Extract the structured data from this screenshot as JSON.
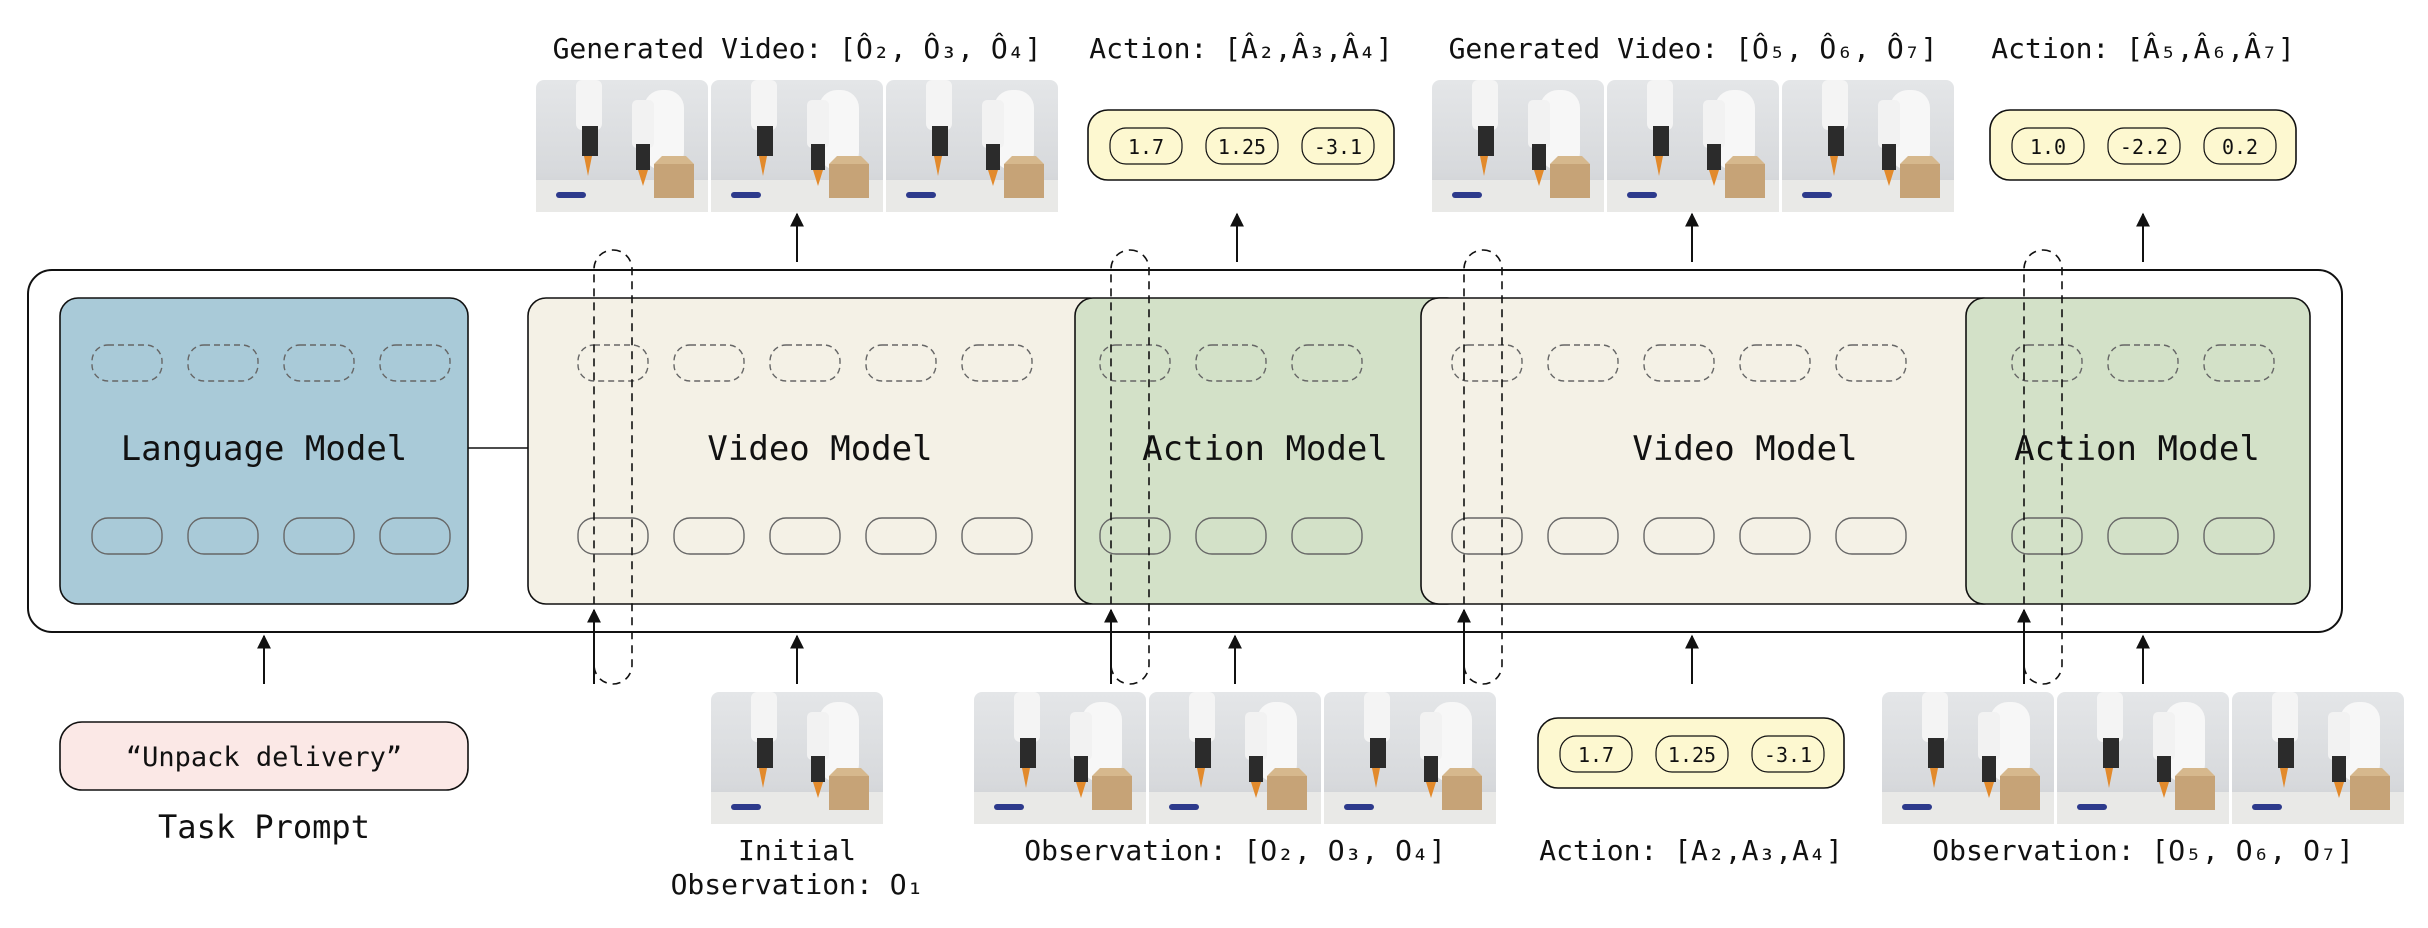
{
  "diagram": {
    "top": {
      "generated_video_1": "Generated Video: [Ô₂, Ô₃, Ô₄]",
      "action_1": "Action: [Â₂,Â₃,Â₄]",
      "generated_video_2": "Generated Video: [Ô₅, Ô₆, Ô₇]",
      "action_2": "Action: [Â₅,Â₆,Â₇]",
      "action_1_values": [
        "1.7",
        "1.25",
        "-3.1"
      ],
      "action_2_values": [
        "1.0",
        "-2.2",
        "0.2"
      ]
    },
    "models": {
      "language": "Language Model",
      "video_1": "Video Model",
      "action_1": "Action Model",
      "video_2": "Video Model",
      "action_2": "Action Model"
    },
    "bottom": {
      "prompt_text": "“Unpack delivery”",
      "prompt_label": "Task Prompt",
      "initial_obs_line1": "Initial",
      "initial_obs_line2": "Observation: O₁",
      "observation_1": "Observation: [O₂, O₃, O₄]",
      "action_label": "Action: [A₂,A₃,A₄]",
      "action_values": [
        "1.7",
        "1.25",
        "-3.1"
      ],
      "observation_2": "Observation: [O₅, O₆, O₇]"
    },
    "colors": {
      "language": "#a9cad8",
      "video": "#f4f1e6",
      "action": "#d3e1c8",
      "prompt": "#fbe8e6",
      "value_box": "#fdf8d0"
    }
  }
}
